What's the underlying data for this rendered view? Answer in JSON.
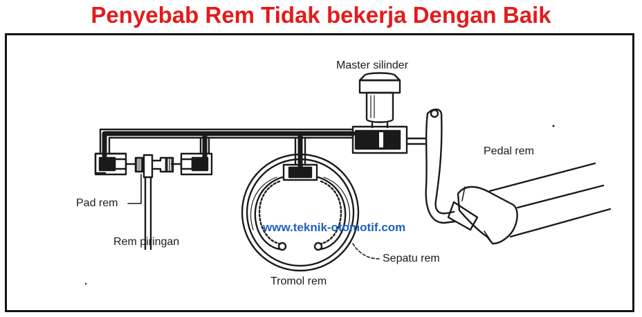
{
  "title": "Penyebab Rem Tidak bekerja Dengan Baik",
  "labels": {
    "master_cylinder": "Master silinder",
    "brake_pedal": "Pedal rem",
    "brake_pad": "Pad rem",
    "disc_brake": "Rem piringan",
    "brake_shoe": "Sepatu rem",
    "drum_brake": "Tromol rem"
  },
  "watermark": "www.teknik-otomotif.com",
  "colors": {
    "title": "#e31b1b",
    "watermark": "#1f5fc4",
    "line": "#1a1a1a",
    "fluid": "#1a1a1a"
  }
}
